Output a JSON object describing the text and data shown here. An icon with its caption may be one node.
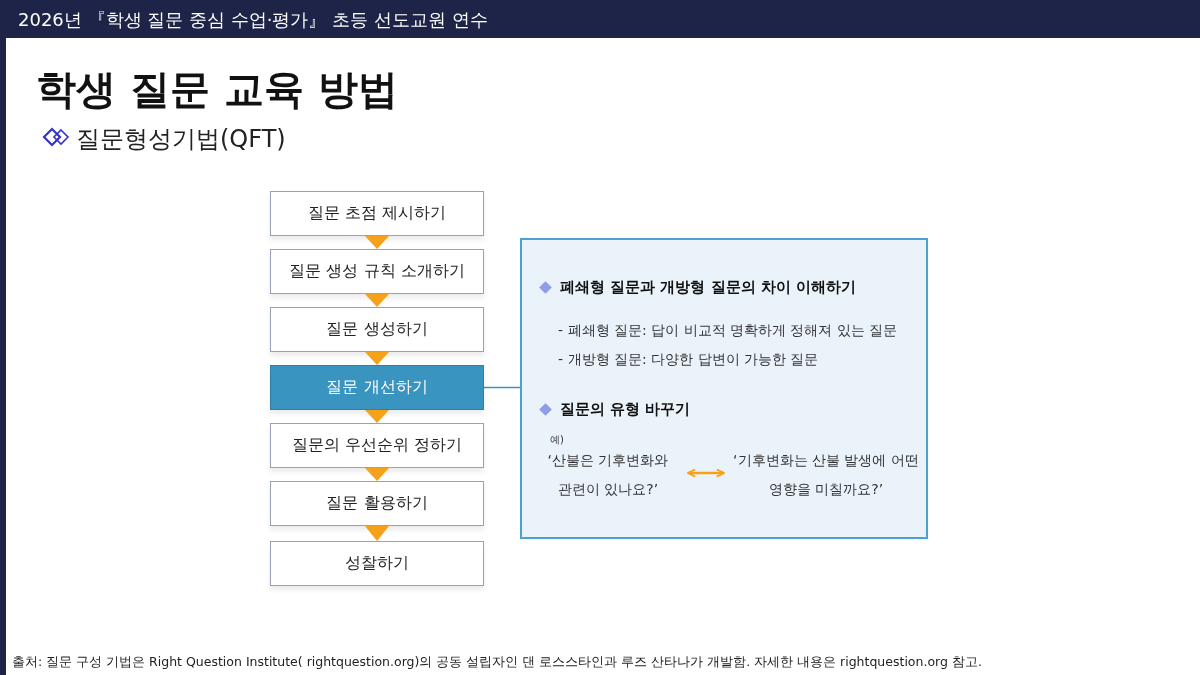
{
  "diagram": {
    "title": "학생 질문 교육 방법",
    "nodes": [
      {
        "text": [
          "질문 초점 제시하기"
        ]
      },
      {
        "text": [
          "질문 생성 규칙 소개하기"
        ]
      },
      {
        "text": [
          "질문 생성하기"
        ]
      },
      {
        "text": [
          "질문 개선하기"
        ]
      },
      {
        "text": [
          "질문의 우선순위 정하기"
        ]
      },
      {
        "text": [
          "질문 활용하기"
        ]
      },
      {
        "text": [
          "성찰하기"
        ]
      },
      {
        "text": [
          "폐쇄형 질문과 개방형 질문의 차이 이해하기",
          "- 폐쇄형 질문: 답이 비교적 명확하게 정해져 있는 질문",
          "- 개방형 질문: 다양한 답변이 가능한 질문",
          "질문의 유형 바꾸기",
          "예)"
        ]
      },
      {
        "text": [
          "‘산불은 기후변화와 관련이 있나요?’"
        ],
        "in": 7
      },
      {
        "text": [
          "‘기후변화는 산불 발생에 어떤 영향을 미칠까요?’"
        ],
        "in": 7
      }
    ],
    "edges": [
      {
        "from": 0,
        "to": 1,
        "arrow": "to"
      },
      {
        "from": 1,
        "to": 2,
        "arrow": "to"
      },
      {
        "from": 2,
        "to": 3,
        "arrow": "to"
      },
      {
        "from": 3,
        "to": 4,
        "arrow": "to"
      },
      {
        "from": 4,
        "to": 5,
        "arrow": "to"
      },
      {
        "from": 5,
        "to": 6,
        "arrow": "to"
      },
      {
        "from": 3,
        "to": 7,
        "arrow": "none",
        "color": "#3a94c0"
      },
      {
        "from": 8,
        "to": 9,
        "arrow": "both",
        "color": "#f5a21a"
      }
    ],
    "labels": [
      "2026년 『학생 질문 중심 수업·평가』 초등 선도교원 연수",
      "질문형성기법(QFT)",
      "출처: 질문 구성 기법은 Right Question Institute( rightquestion.org)의 공동 설립자인 댄 로스스타인과 루즈 산타나가 개발함. 자세한 내용은 rightquestion.org 참고."
    ]
  }
}
